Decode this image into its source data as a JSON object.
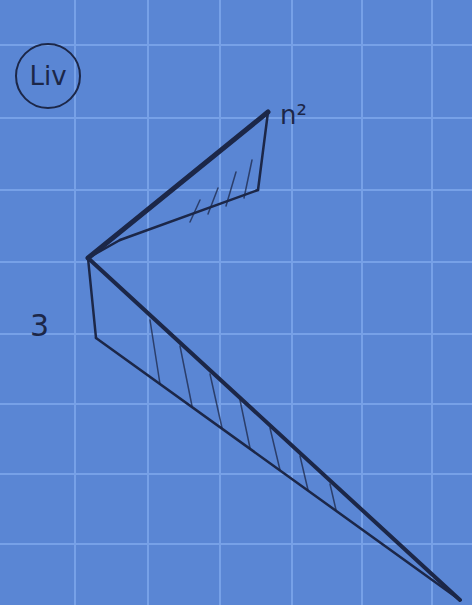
{
  "diagram": {
    "nodes": [
      {
        "text": [
          "Liv"
        ]
      }
    ],
    "labels": [
      "n²",
      "3"
    ]
  }
}
